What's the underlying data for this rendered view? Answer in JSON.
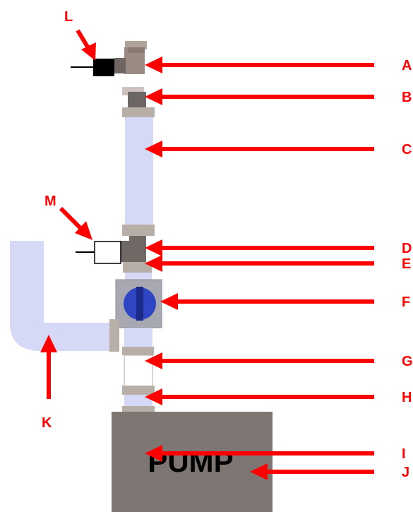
{
  "labels": {
    "A": "A",
    "B": "B",
    "C": "C",
    "D": "D",
    "E": "E",
    "F": "F",
    "G": "G",
    "H": "H",
    "I": "I",
    "J": "J",
    "K": "K",
    "L": "L",
    "M": "M"
  },
  "pump_label": "PUMP",
  "colors": {
    "arrow": "#ff0000",
    "pipe": "#d6d9f5",
    "fitting": "#b7aea7",
    "fitting_dark": "#6e6864",
    "pump_body": "#7d7673",
    "valve_housing": "#a7a8b1",
    "valve_disc": "#2e46c4",
    "sensor_black": "#000000",
    "sensor_white": "#ffffff"
  },
  "icons": {
    "valve": "ball-valve-icon",
    "sensor_l": "black-sensor-icon",
    "sensor_m": "white-sensor-icon"
  }
}
